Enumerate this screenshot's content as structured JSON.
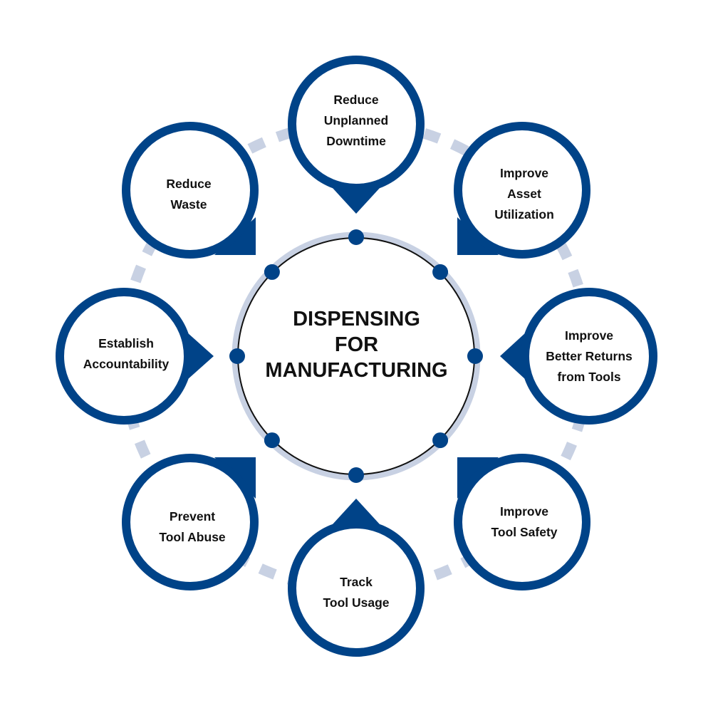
{
  "colors": {
    "primary": "#004388",
    "light": "#c8d1e3",
    "ink": "#111111",
    "background": "#ffffff"
  },
  "center": {
    "lines": [
      "DISPENSING",
      "FOR",
      "MANUFACTURING"
    ]
  },
  "nodes": [
    {
      "id": "reduce-unplanned-downtime",
      "lines": [
        "Reduce",
        "Unplanned",
        "Downtime"
      ]
    },
    {
      "id": "improve-asset-utilization",
      "lines": [
        "Improve",
        "Asset",
        "Utilization"
      ]
    },
    {
      "id": "improve-better-returns",
      "lines": [
        "Improve",
        "Better Returns",
        "from Tools"
      ]
    },
    {
      "id": "improve-tool-safety",
      "lines": [
        "Improve",
        "Tool Safety"
      ]
    },
    {
      "id": "track-tool-usage",
      "lines": [
        "Track",
        "Tool Usage"
      ]
    },
    {
      "id": "prevent-tool-abuse",
      "lines": [
        "Prevent",
        "Tool Abuse"
      ]
    },
    {
      "id": "establish-accountability",
      "lines": [
        "Establish",
        "Accountability"
      ]
    },
    {
      "id": "reduce-waste",
      "lines": [
        "Reduce",
        "Waste"
      ]
    }
  ]
}
